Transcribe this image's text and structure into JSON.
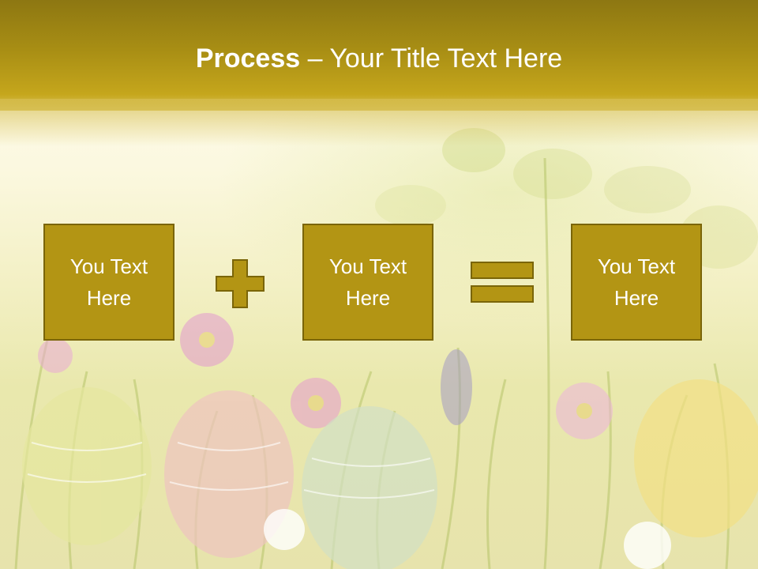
{
  "slide": {
    "title_bold": "Process",
    "title_separator": " – ",
    "title_rest": "Your Title Text Here"
  },
  "process": {
    "boxes": [
      {
        "line1": "You Text",
        "line2": "Here"
      },
      {
        "line1": "You Text",
        "line2": "Here"
      },
      {
        "line1": "You Text",
        "line2": "Here"
      }
    ],
    "operators": [
      "plus-icon",
      "equals-icon"
    ]
  },
  "colors": {
    "header_gold": "#a88e14",
    "box_fill": "#b39514",
    "box_border": "#7a6508",
    "text": "#ffffff"
  }
}
